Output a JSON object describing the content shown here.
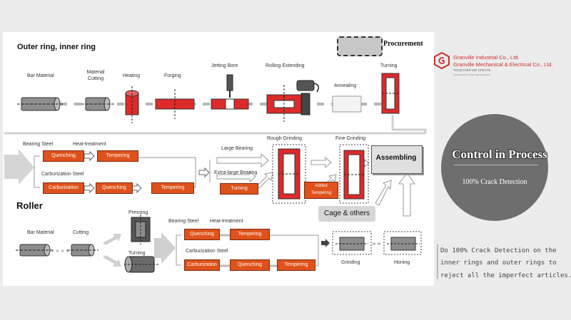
{
  "header": {
    "outer_inner_title": "Outer ring, inner ring",
    "roller_title": "Roller",
    "procurement_label": "Procurement"
  },
  "brand": {
    "company_1": "Granville Industrial Co., Ltd.",
    "company_2": "Granville Mechanical & Electrical Co., Ltd.",
    "slogan": "TOGETHER WE CREATE",
    "tagline": "Specialized bearing solutions",
    "accent": "#c9302c"
  },
  "ring_steps": {
    "bar_material": "Bar Material",
    "material_cutting": "Material Cutting",
    "heating": "Heating",
    "forging": "Forging",
    "jetting_bore": "Jetting Bore",
    "rolling_extending": "Rolling Extending",
    "annealing": "Annealing",
    "turning": "Turning"
  },
  "heat": {
    "bearing_steel": "Bearing Steel",
    "heat_treatment": "Heat-treatment",
    "quenching": "Quenching",
    "tempering": "Tempering",
    "carburization_steel": "Carburization Steel",
    "carburization": "Carburization",
    "large_bearing": "Large Bearing",
    "extra_large_bearing": "Extra-large Bearing",
    "turning": "Turning",
    "rough_grinding": "Rough Grinding",
    "fine_grinding": "Fine Grinding",
    "added_tempering": "Added Tempering",
    "assembling": "Assembling",
    "cage_others": "Cage & others"
  },
  "roller": {
    "bar_material": "Bar Material",
    "cutting": "Cutting",
    "pressing": "Pressing",
    "turning": "Turning",
    "bearing_steel": "Bearing Steel",
    "heat_treatment": "Heat-treatment",
    "quenching": "Quenching",
    "tempering": "Tempering",
    "carburization_steel": "Carburization Steel",
    "carburization": "Carburization",
    "grinding": "Grinding",
    "honing": "Honing"
  },
  "control": {
    "title": "Control in Process",
    "subtitle": "100% Crack Detection"
  },
  "note": {
    "line1": "Do 100% Crack Detection on the",
    "line2": "inner rings and outer rings to",
    "line3": "reject all the imperfect articles."
  },
  "colors": {
    "orange": "#e0521b",
    "red": "#dd2a2a",
    "grey": "#8a8a8a"
  }
}
